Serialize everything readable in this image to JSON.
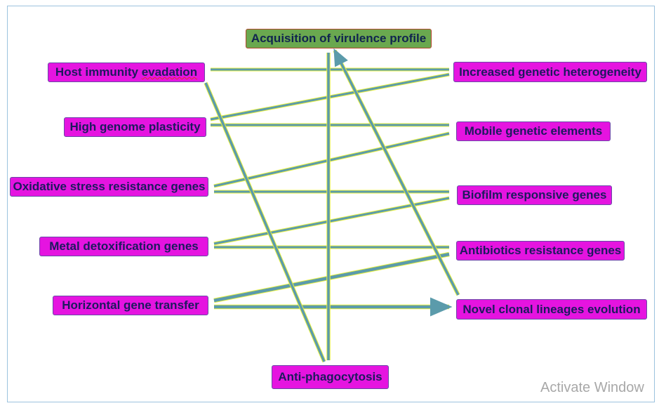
{
  "center_top": "Acquisition of virulence profile",
  "center_bottom": "Anti-phagocytosis",
  "left": [
    {
      "pre": "Host immunity ",
      "flag": "evadation"
    },
    "High genome plasticity",
    "Oxidative stress resistance genes",
    "Metal detoxification genes",
    "Horizontal gene transfer"
  ],
  "right": [
    "Increased genetic heterogeneity",
    "Mobile genetic elements",
    "Biofilm responsive genes",
    "Antibiotics resistance genes",
    "Novel clonal lineages evolution"
  ],
  "watermark": "Activate Window",
  "colors": {
    "node": "#e514e0",
    "center": "#6aa84f",
    "line": "#5b9bab",
    "halo": "#e8f040"
  }
}
